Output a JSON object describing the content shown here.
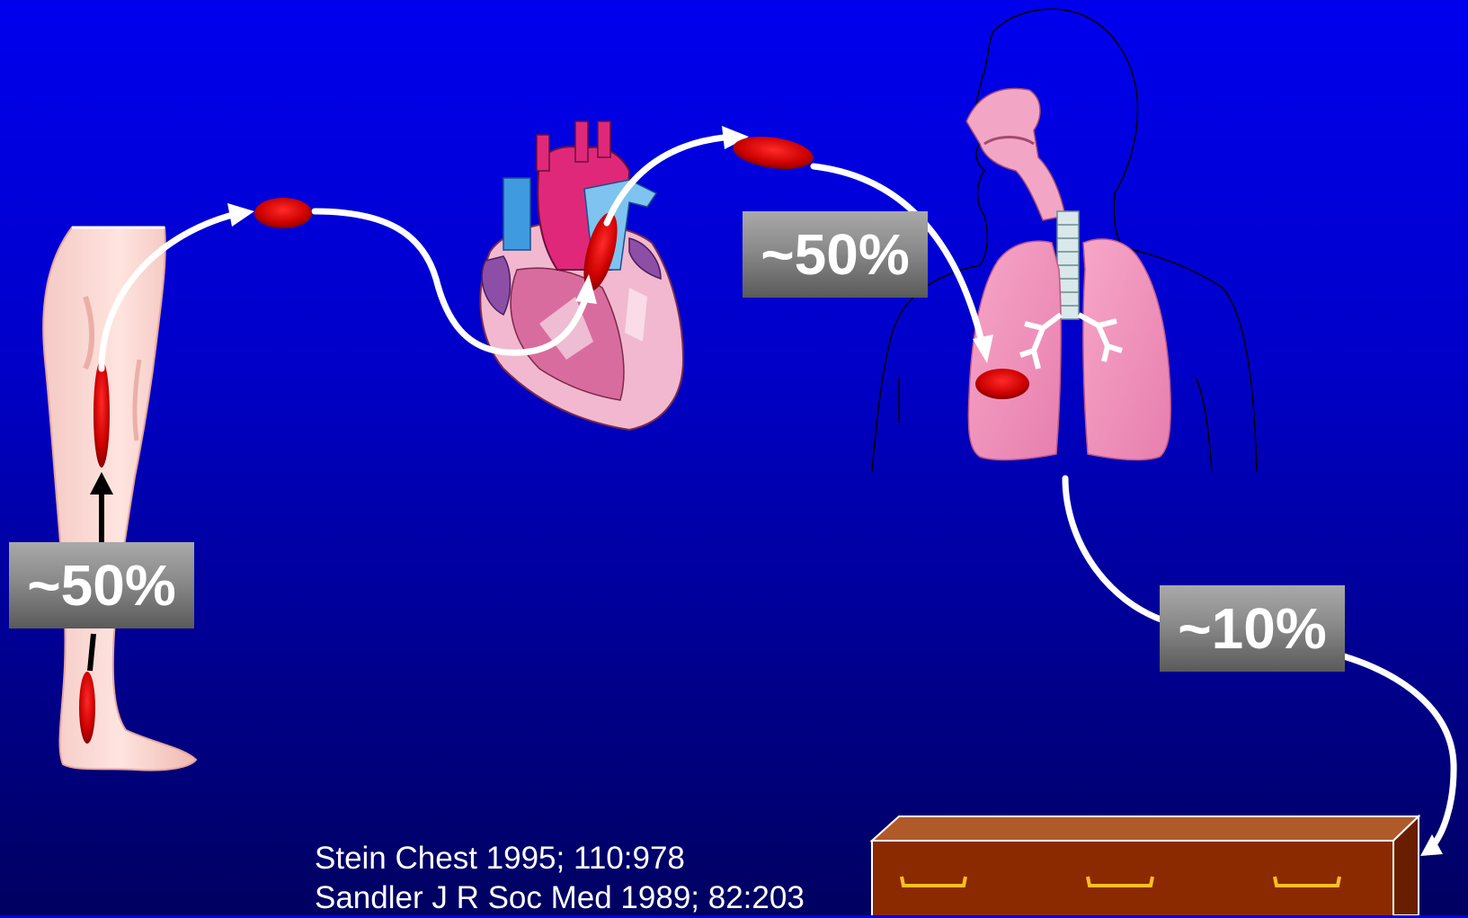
{
  "labels": {
    "leg_percent": "~50%",
    "lung_percent": "~50%",
    "death_percent": "~10%"
  },
  "references": [
    "Stein Chest 1995; 110:978",
    "Sandler J R Soc Med 1989; 82:203"
  ],
  "icons": [
    "leg-icon",
    "heart-icon",
    "thorax-lungs-icon",
    "coffin-icon",
    "clot-icon",
    "arrow-icon"
  ],
  "colors": {
    "background_top": "#0000ee",
    "background_bottom": "#000060",
    "clot": "#cc0000",
    "arrow": "#ffffff",
    "label_box": "#8a8a8a",
    "coffin": "#8b2a00"
  }
}
